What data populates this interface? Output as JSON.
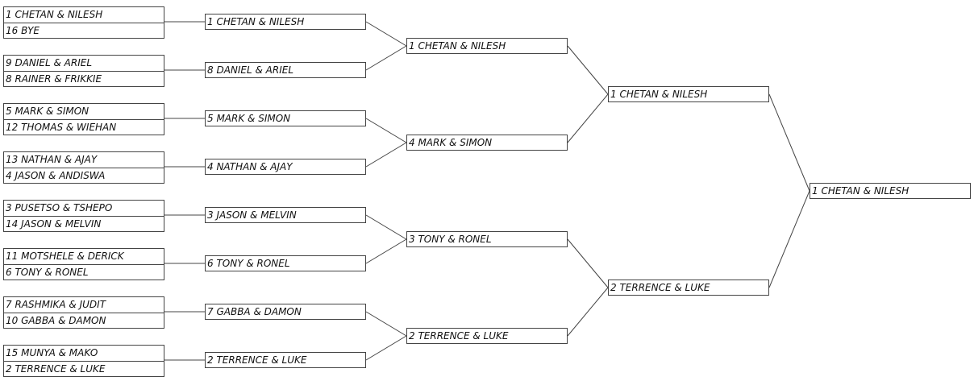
{
  "round1": [
    [
      "1 CHETAN & NILESH",
      "16 BYE"
    ],
    [
      "9 DANIEL & ARIEL",
      "8 RAINER & FRIKKIE"
    ],
    [
      "5 MARK & SIMON",
      "12 THOMAS & WIEHAN"
    ],
    [
      "13 NATHAN & AJAY",
      "4 JASON & ANDISWA"
    ],
    [
      "3 PUSETSO & TSHEPO",
      "14 JASON & MELVIN"
    ],
    [
      "11 MOTSHELE & DERICK",
      "6 TONY & RONEL"
    ],
    [
      "7 RASHMIKA & JUDIT",
      "10 GABBA & DAMON"
    ],
    [
      "15 MUNYA & MAKO",
      "2 TERRENCE & LUKE"
    ]
  ],
  "round2": [
    "1 CHETAN & NILESH",
    "8 DANIEL & ARIEL",
    "5 MARK & SIMON",
    "4 NATHAN & AJAY",
    "3 JASON & MELVIN",
    "6 TONY & RONEL",
    "7 GABBA & DAMON",
    "2 TERRENCE & LUKE"
  ],
  "quarterfinals": [
    "1 CHETAN & NILESH",
    "4 MARK & SIMON",
    "3 TONY & RONEL",
    "2 TERRENCE & LUKE"
  ],
  "semifinals": [
    "1 CHETAN & NILESH",
    "2 TERRENCE & LUKE"
  ],
  "champion": "1 CHETAN & NILESH",
  "colors": {
    "line": "#444444",
    "text": "#111111",
    "background": "#ffffff"
  }
}
